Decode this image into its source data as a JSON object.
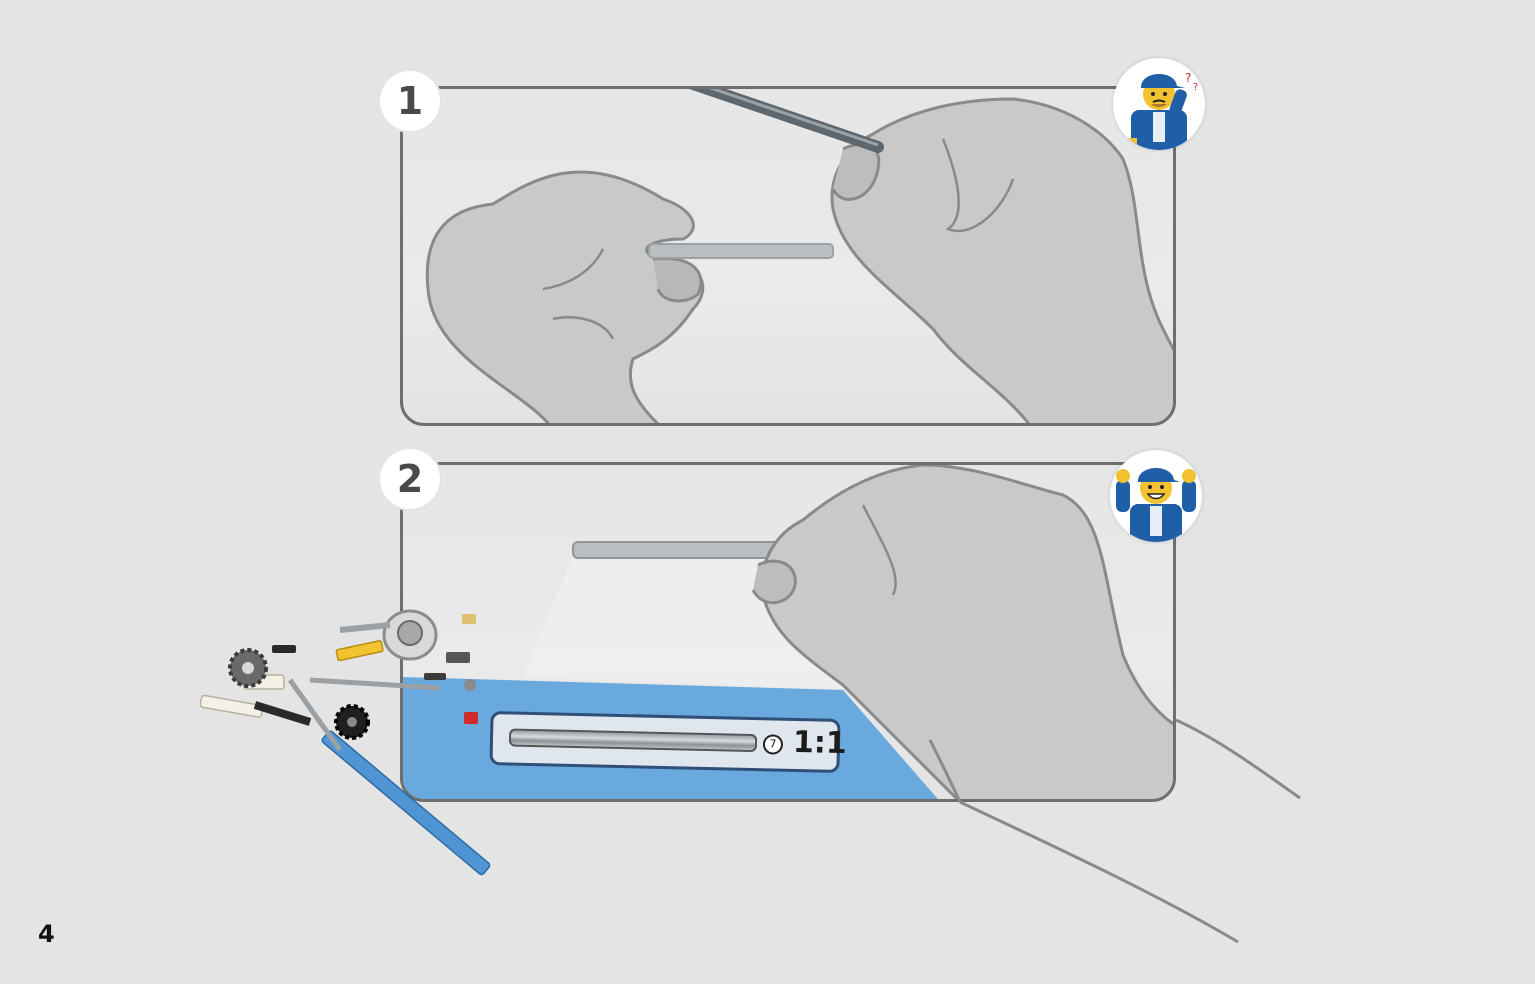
{
  "steps": [
    {
      "number": "1"
    },
    {
      "number": "2"
    }
  ],
  "scale_callout": {
    "part_length": "7",
    "ratio": "1:1"
  },
  "page": {
    "number": "4"
  },
  "icons": {
    "step1_hands": "hands-holding-rods-illustration",
    "step2_hand": "hand-holding-rod-illustration",
    "figure_1": "confused-minifigure-icon",
    "figure_2": "happy-minifigure-icon",
    "parts": "loose-parts-pile-icon"
  },
  "colors": {
    "background": "#e4e4e4",
    "panel_border": "#6e6e6e",
    "blue_mat": "#6aa9dd",
    "figure_blue": "#1f5fa8",
    "skin_yellow": "#f2c230"
  }
}
